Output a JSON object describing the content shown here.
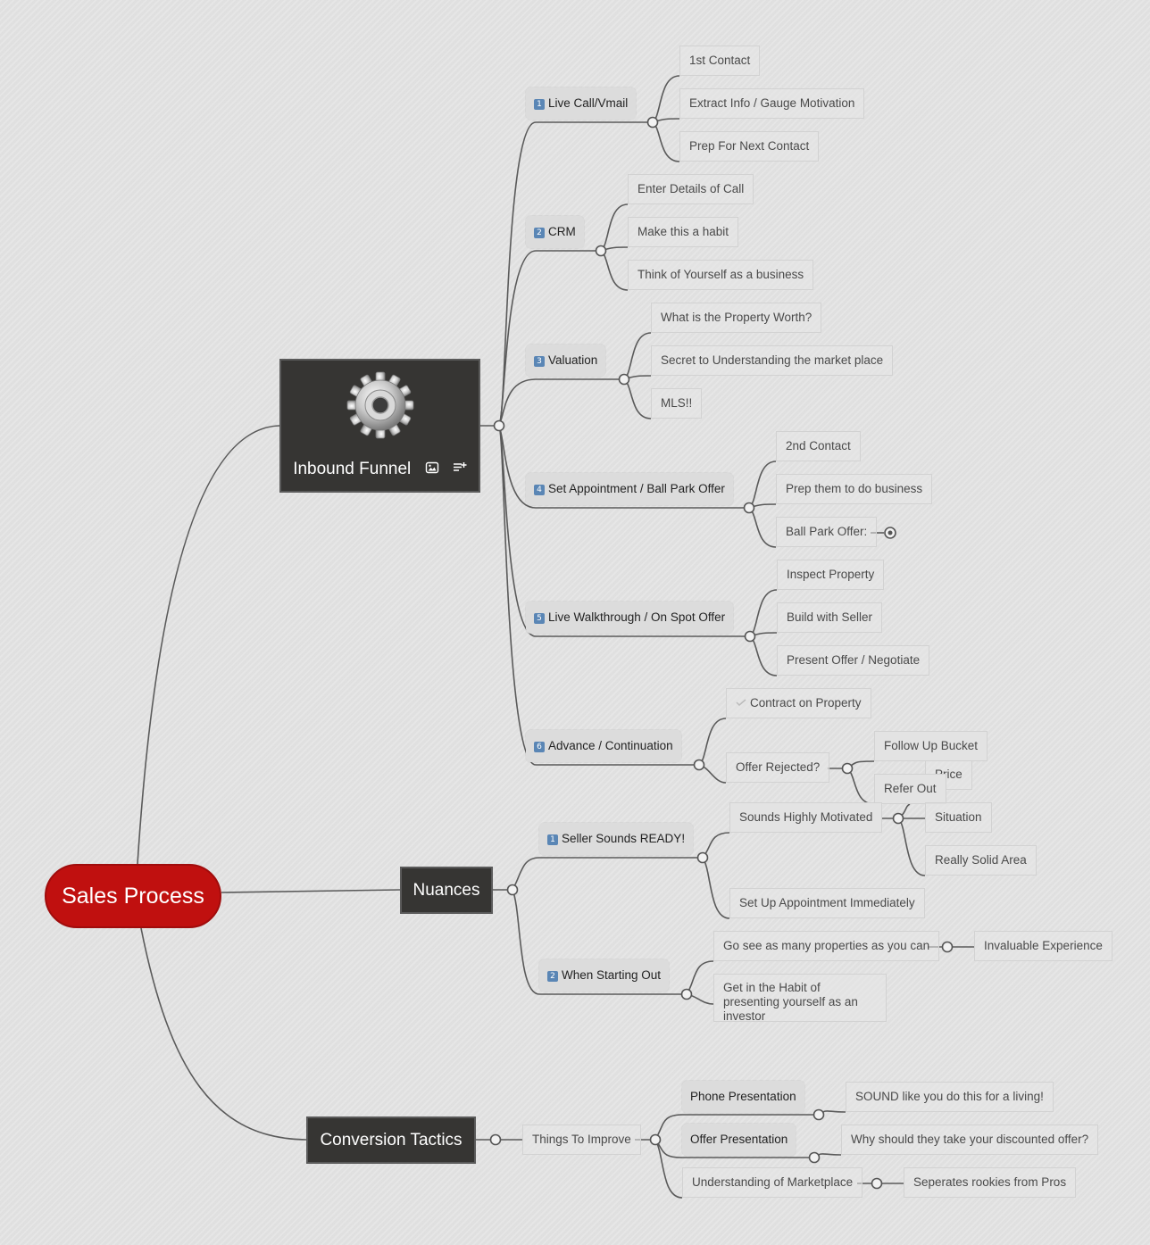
{
  "map": {
    "root": "Sales Process",
    "inbound": {
      "label": "Inbound Funnel",
      "live_call": {
        "label": "Live Call/Vmail",
        "badge": "1",
        "items": [
          "1st Contact",
          "Extract Info / Gauge Motivation",
          "Prep For Next Contact"
        ]
      },
      "crm": {
        "label": "CRM",
        "badge": "2",
        "items": [
          "Enter Details of Call",
          "Make this a habit",
          "Think of Yourself as a business"
        ]
      },
      "valuation": {
        "label": "Valuation",
        "badge": "3",
        "items": [
          "What is the Property Worth?",
          "Secret to Understanding the market place",
          "MLS!!"
        ]
      },
      "set_appt": {
        "label": "Set Appointment / Ball Park Offer",
        "badge": "4",
        "items": [
          "2nd Contact",
          "Prep them to do business",
          "Ball Park Offer:"
        ]
      },
      "walkthrough": {
        "label": "Live Walkthrough / On Spot Offer",
        "badge": "5",
        "items": [
          "Inspect Property",
          "Build with Seller",
          "Present Offer / Negotiate"
        ]
      },
      "advance": {
        "label": "Advance / Continuation",
        "badge": "6",
        "contract": "Contract on Property",
        "rejected": "Offer Rejected?",
        "rejected_items": [
          "Follow Up Bucket",
          "Price",
          "Refer Out"
        ]
      }
    },
    "nuances": {
      "label": "Nuances",
      "seller_ready": {
        "label": "Seller Sounds READY!",
        "badge": "1",
        "motivated": "Sounds Highly Motivated",
        "motivated_items": [
          "Situation",
          "Really Solid Area"
        ],
        "appointment": "Set Up Appointment Immediately"
      },
      "starting_out": {
        "label": "When Starting Out",
        "badge": "2",
        "go_see": "Go see as many properties as you can",
        "experience": "Invaluable Experience",
        "habit": "Get in the Habit of presenting yourself as an investor"
      }
    },
    "conversion": {
      "label": "Conversion Tactics",
      "improve": "Things To Improve",
      "phone": "Phone Presentation",
      "phone_note": "SOUND like you do this for a living!",
      "offer": "Offer Presentation",
      "offer_note": "Why should they take your discounted offer?",
      "market": "Understanding of Marketplace",
      "market_note": "Seperates rookies from Pros"
    }
  },
  "icons": {
    "funnel_image": "gear-icon",
    "image_badge": "image-icon",
    "notes_badge": "notes-icon",
    "collapsed_marker": "collapsed-branch-icon",
    "done_marker": "check-icon"
  },
  "colors": {
    "background": "#e3e3e3",
    "root_fill": "#c0100f",
    "main_fill": "#363533",
    "line": "#555555",
    "badge": "#5a86b5"
  }
}
